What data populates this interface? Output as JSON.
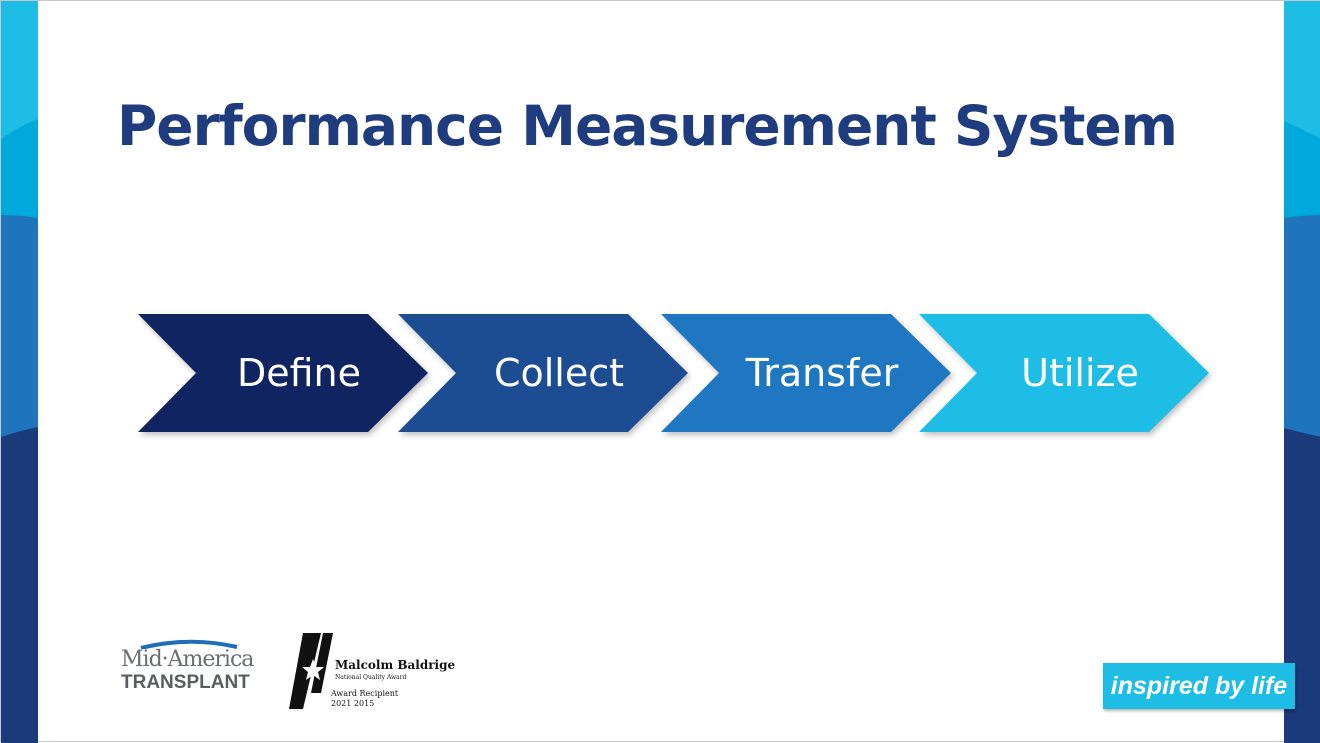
{
  "slide": {
    "title": "Performance Measurement System"
  },
  "process": [
    {
      "label": "Define",
      "color": "#0f2460"
    },
    {
      "label": "Collect",
      "color": "#1c4c92"
    },
    {
      "label": "Transfer",
      "color": "#1e77c0"
    },
    {
      "label": "Utilize",
      "color": "#1dbde6"
    }
  ],
  "bands": [
    "#1dbde6",
    "#00a9dc",
    "#1e75bb",
    "#1b3a7a"
  ],
  "logos": {
    "midamerica": {
      "line1": "Mid·America",
      "line2": "TRANSPLANT"
    },
    "baldrige": {
      "name": "Malcolm Baldrige",
      "subtitle": "National Quality Award",
      "recipient": "Award Recipient",
      "years": "2021  2015"
    }
  },
  "tagline": "inspired by life"
}
